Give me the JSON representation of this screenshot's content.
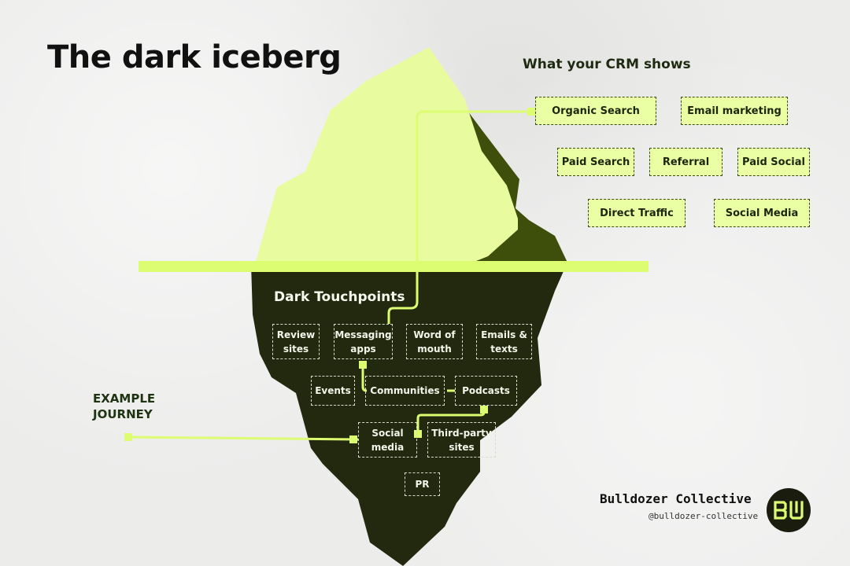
{
  "title": "The dark iceberg",
  "crm": {
    "heading": "What your CRM shows",
    "channels": [
      "Organic Search",
      "Email marketing",
      "Paid Search",
      "Referral",
      "Paid Social",
      "Direct Traffic",
      "Social Media"
    ]
  },
  "dark": {
    "heading": "Dark Touchpoints",
    "touchpoints": [
      "Review\nsites",
      "Messaging\napps",
      "Word of\nmouth",
      "Emails &\ntexts",
      "Events",
      "Communities",
      "Podcasts",
      "Social\nmedia",
      "Third-party\nsites",
      "PR"
    ]
  },
  "journey_label": "EXAMPLE\nJOURNEY",
  "brand": {
    "name": "Bulldozer Collective",
    "handle": "@bulldozer-collective",
    "logo_text": "BU"
  },
  "colors": {
    "accent_lime": "#dcfc71",
    "iceberg_light": "#e8fb9e",
    "iceberg_shadow": "#3e4f0b",
    "iceberg_deep": "#23290f",
    "background": "#ececeb"
  }
}
